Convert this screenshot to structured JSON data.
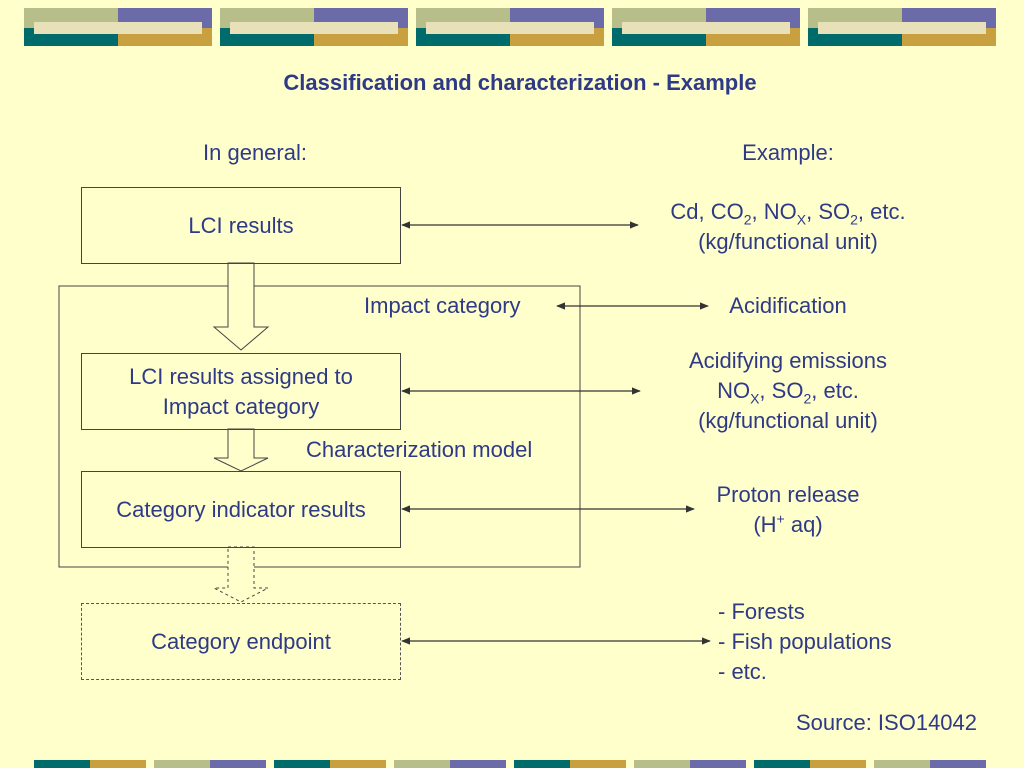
{
  "slide": {
    "title": "Classification and characterization - Example",
    "col_left_heading": "In general:",
    "col_right_heading": "Example:",
    "left": {
      "lci_results": "LCI results",
      "impact_category": "Impact category",
      "lci_assigned_line1": "LCI results assigned to",
      "lci_assigned_line2": "Impact category",
      "characterization_model": "Characterization model",
      "category_indicator_results": "Category indicator results",
      "category_endpoint": "Category endpoint"
    },
    "right": {
      "ex1_line1_prefix": "Cd, CO",
      "ex1_sub1": "2",
      "ex1_mid1": ", NO",
      "ex1_sub2": "X",
      "ex1_mid2": ", SO",
      "ex1_sub3": "2",
      "ex1_suffix": ", etc.",
      "ex1_line2": "(kg/functional unit)",
      "ex2": "Acidification",
      "ex3_line1": "Acidifying emissions",
      "ex3_line2_prefix": "NO",
      "ex3_sub1": "X",
      "ex3_mid": ", SO",
      "ex3_sub2": "2",
      "ex3_suffix": ", etc.",
      "ex3_line3": "(kg/functional unit)",
      "ex4_line1": "Proton release",
      "ex4_line2_prefix": "(H",
      "ex4_sup": "+",
      "ex4_line2_suffix": " aq)",
      "ex5_line1": "- Forests",
      "ex5_line2": "- Fish populations",
      "ex5_line3": "- etc."
    },
    "source": "Source: ISO14042"
  },
  "colors": {
    "background": "#FFFFCC",
    "text": "#2E3A87",
    "teal": "#006B6B",
    "gold": "#C8A040",
    "purple": "#6B6BAA",
    "sage": "#B8BE8A"
  }
}
